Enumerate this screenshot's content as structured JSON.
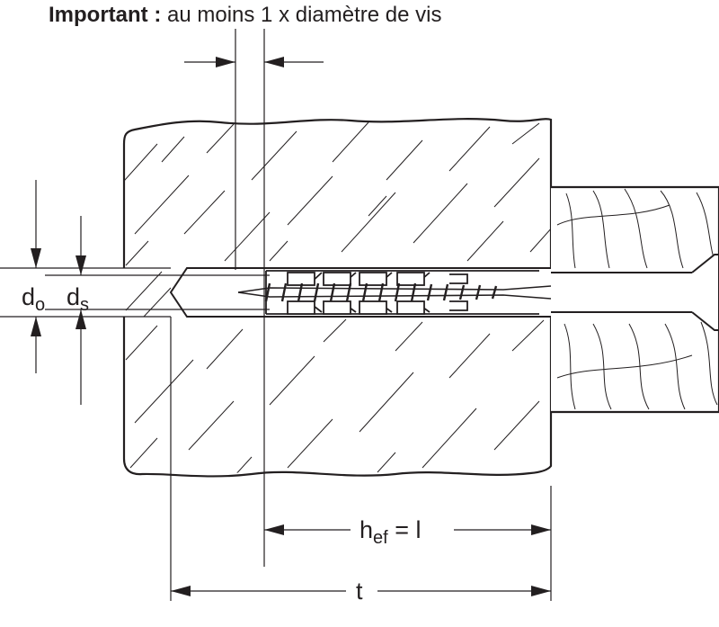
{
  "heading": {
    "bold": "Important :",
    "text": "au moins 1 x diamètre de vis"
  },
  "labels": {
    "d_o": {
      "main": "d",
      "sub": "o"
    },
    "d_s": {
      "main": "d",
      "sub": "s"
    },
    "h_ef": {
      "main": "h",
      "sub": "ef",
      "rest": " = l"
    },
    "t": "t"
  },
  "colors": {
    "line": "#231f20",
    "background": "#ffffff"
  }
}
